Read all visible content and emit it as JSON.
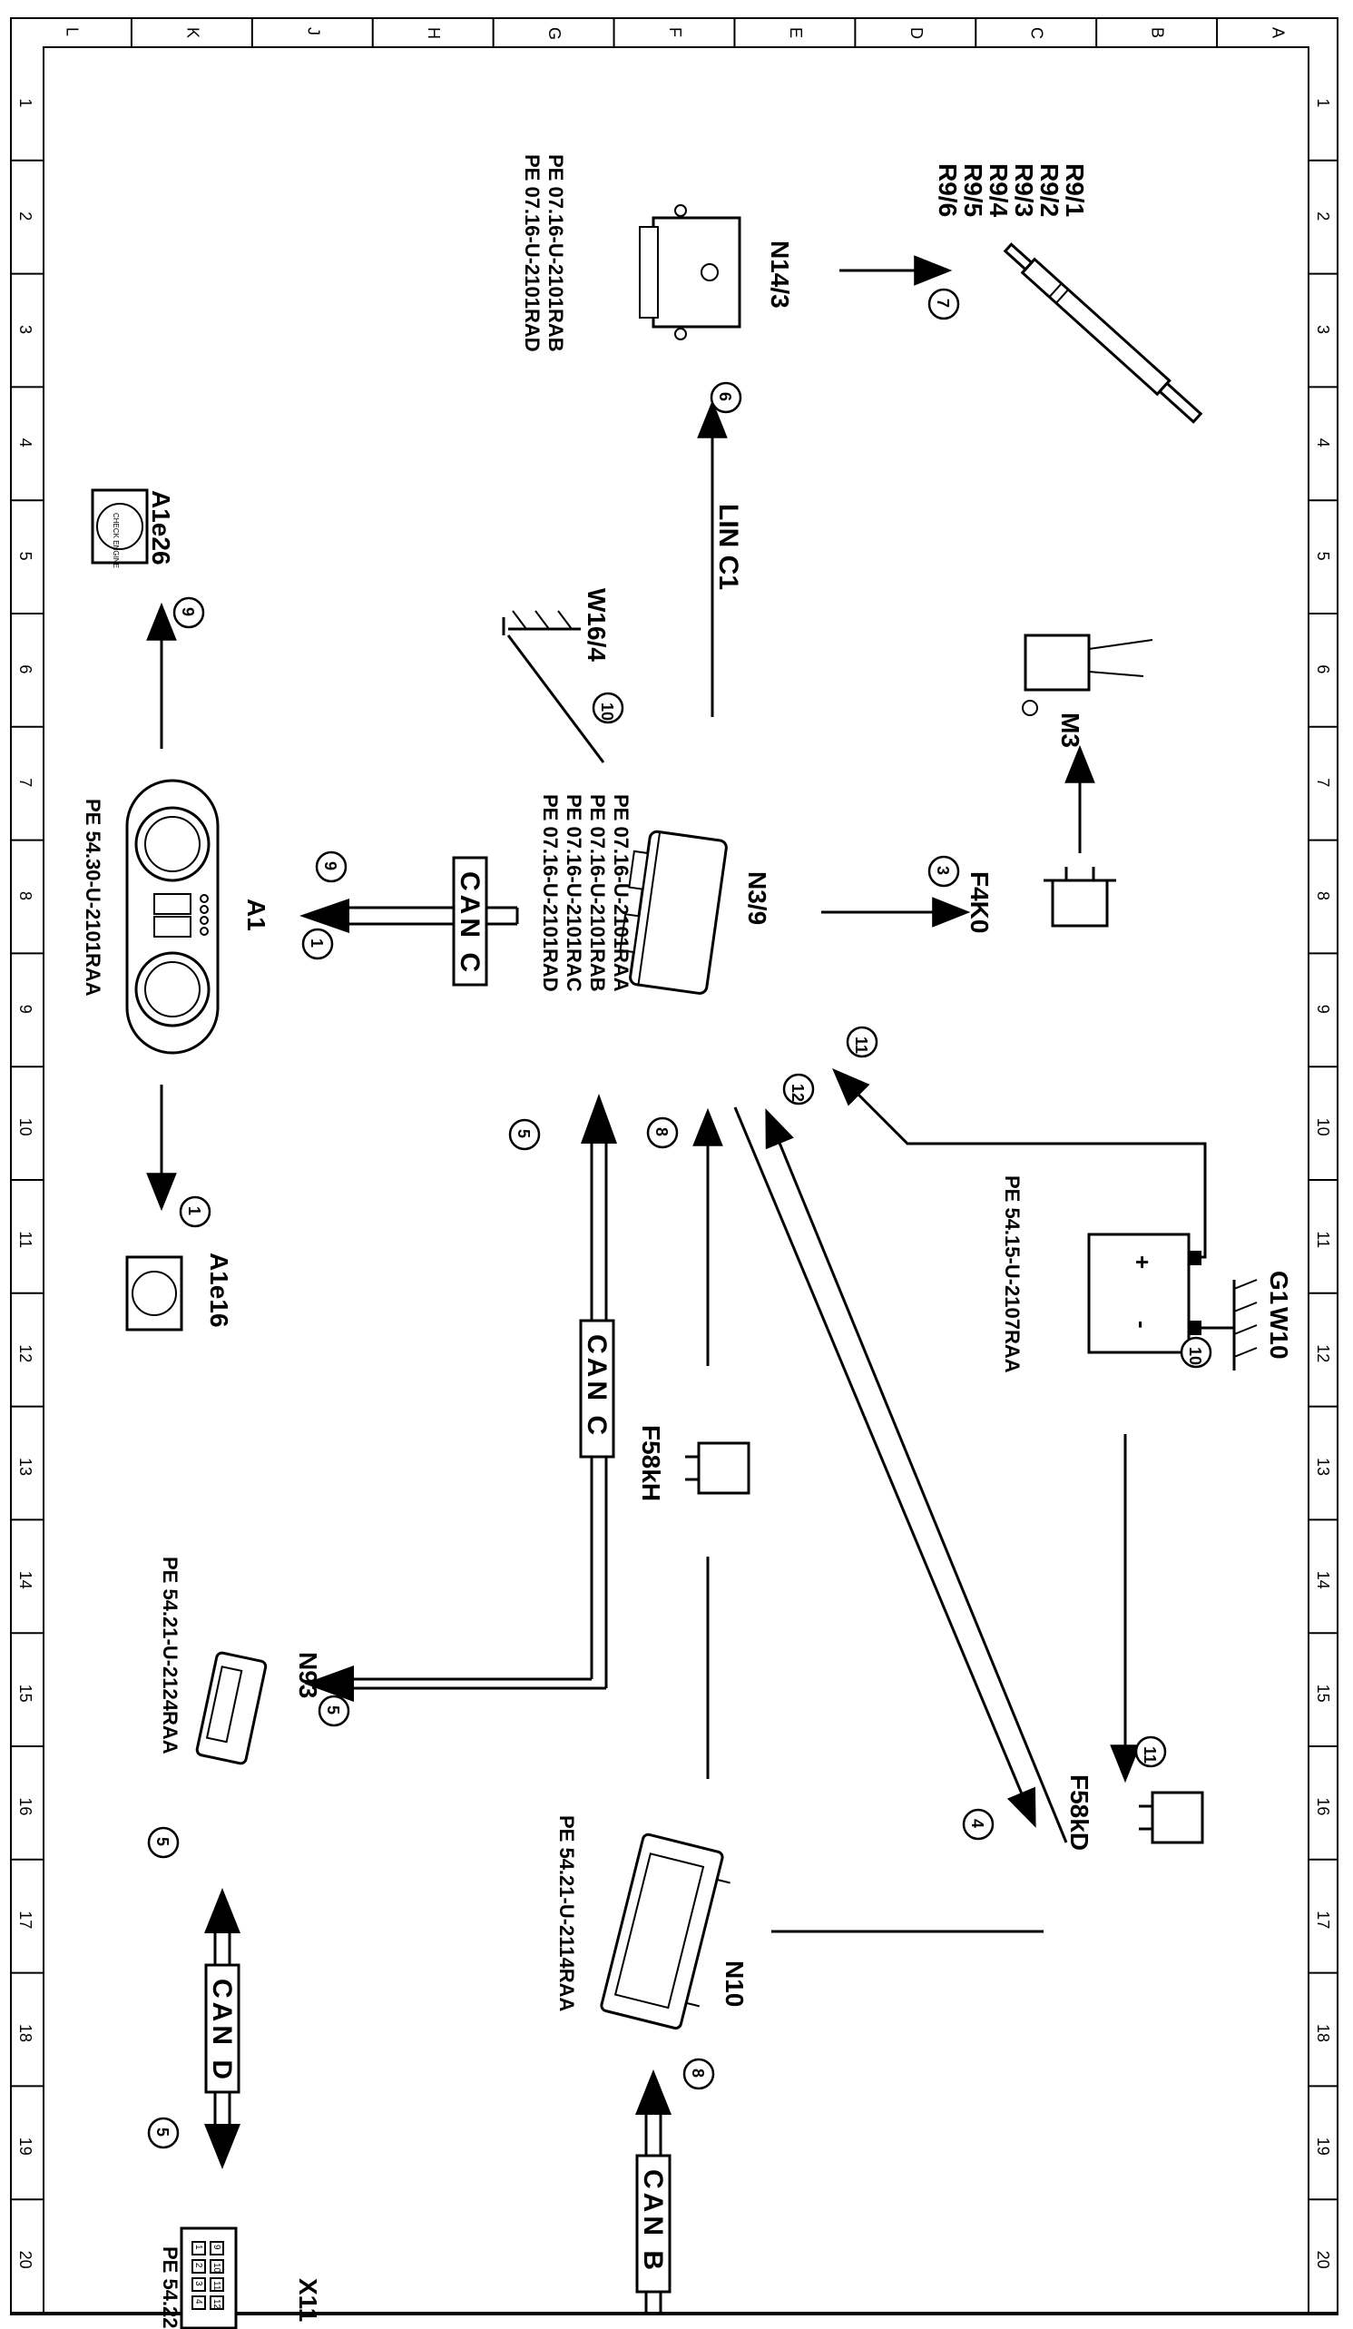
{
  "frame": {
    "columns": [
      "A",
      "B",
      "C",
      "D",
      "E",
      "F",
      "G",
      "H",
      "J",
      "K",
      "L"
    ],
    "rows": [
      "1",
      "2",
      "3",
      "4",
      "5",
      "6",
      "7",
      "8",
      "9",
      "10",
      "11",
      "12",
      "13",
      "14",
      "15",
      "16",
      "17",
      "18",
      "19",
      "20"
    ]
  },
  "components": {
    "glow_plugs": [
      "R9/1",
      "R9/2",
      "R9/3",
      "R9/4",
      "R9/5",
      "R9/6"
    ],
    "glow_control_unit": {
      "id": "N14/3",
      "refs": [
        "PE 07.16-U-2101RAB",
        "PE 07.16-U-2101RAD"
      ]
    },
    "engine_control_unit": {
      "id": "N3/9",
      "refs": [
        "PE 07.16-U-2101RAA",
        "PE 07.16-U-2101RAB",
        "PE 07.16-U-2101RAC",
        "PE 07.16-U-2101RAD"
      ]
    },
    "instrument_cluster": {
      "id": "A1",
      "refs": [
        "PE 54.30-U-2101RAA"
      ]
    },
    "check_engine_lamp": {
      "id": "A1e26",
      "icon_text": "CHECK ENGINE"
    },
    "glow_indicator": {
      "id": "A1e16"
    },
    "ground_w164": {
      "id": "W16/4"
    },
    "ground_w10": {
      "id": "W10"
    },
    "fan_motor": {
      "id": "M3"
    },
    "relay_f4k0": {
      "id": "F4K0"
    },
    "battery": {
      "id": "G1",
      "refs": [
        "PE 54.15-U-2107RAA"
      ],
      "plus": "+",
      "minus": "-"
    },
    "fuse_f58kh": {
      "id": "F58kH"
    },
    "fuse_f58kd": {
      "id": "F58kD"
    },
    "sam_module": {
      "id": "N10",
      "refs": [
        "PE 54.21-U-2114RAA"
      ]
    },
    "gateway": {
      "id": "N93",
      "refs": [
        "PE 54.21-U-2124RAA"
      ]
    },
    "diag_connector": {
      "id": "X11",
      "ref": "PE 54.22",
      "pins": [
        "1",
        "2",
        "3",
        "4",
        "9",
        "10",
        "11",
        "12"
      ]
    }
  },
  "buses": {
    "lin_c1": "LIN C1",
    "can_c_1": "CAN C",
    "can_c_2": "CAN C",
    "can_d": "CAN D",
    "can_b": "CAN B"
  },
  "markers": [
    "1",
    "1",
    "3",
    "4",
    "5",
    "5",
    "5",
    "5",
    "6",
    "7",
    "8",
    "8",
    "9",
    "9",
    "10",
    "10",
    "11",
    "11",
    "12"
  ]
}
